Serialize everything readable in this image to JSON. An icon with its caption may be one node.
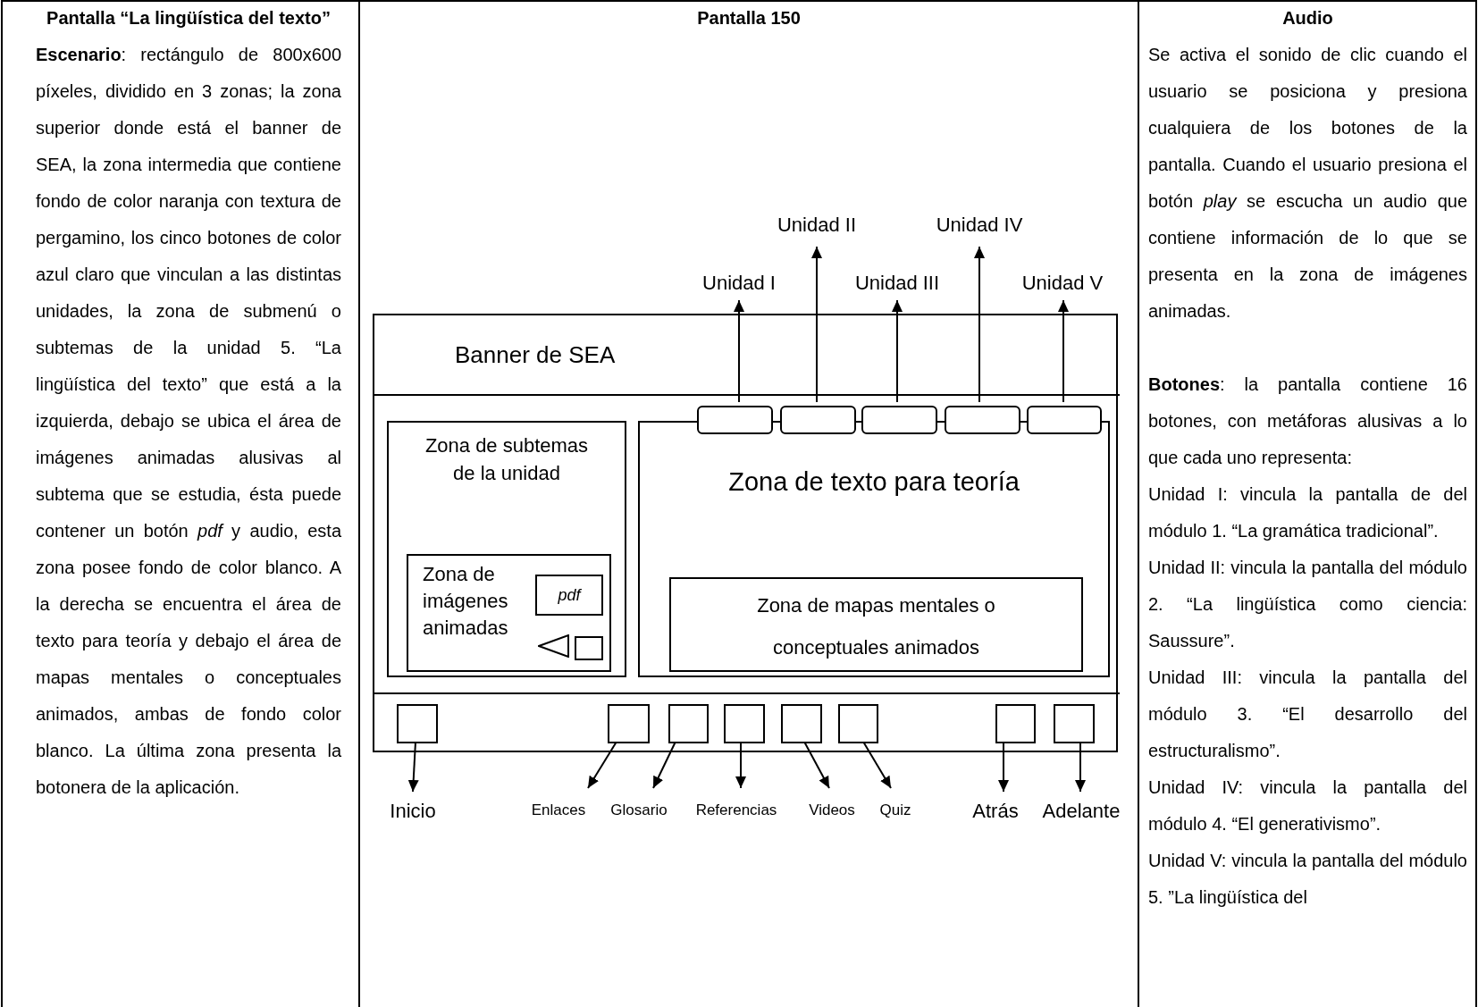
{
  "diagram": {
    "nodes": [
      {
        "text": [],
        "shape": "box"
      },
      {
        "text": [
          "Banner de SEA"
        ],
        "in": 0
      },
      {
        "text": [],
        "shape": "box",
        "in": 0
      },
      {
        "text": [
          "Zona de subtemas de la unidad"
        ],
        "in": 2
      },
      {
        "text": [
          "Zona de imágenes animadas"
        ],
        "in": 3
      },
      {
        "text": [
          "pdf"
        ],
        "in": 4
      },
      {
        "text": [],
        "shape": "triangle",
        "in": 4
      },
      {
        "text": [],
        "shape": "box",
        "in": 4
      },
      {
        "text": [
          "Zona de texto para teoría"
        ],
        "in": 2
      },
      {
        "text": [
          "Zona de mapas mentales o conceptuales animados"
        ],
        "in": 8
      },
      {
        "text": [],
        "shape": "box",
        "in": 2
      },
      {
        "text": [],
        "shape": "box",
        "in": 2
      },
      {
        "text": [],
        "shape": "box",
        "in": 2
      },
      {
        "text": [],
        "shape": "box",
        "in": 2
      },
      {
        "text": [],
        "shape": "box",
        "in": 2
      },
      {
        "text": [],
        "shape": "bar",
        "in": 0
      },
      {
        "text": [],
        "shape": "box",
        "in": 15
      },
      {
        "text": [],
        "shape": "box",
        "in": 15
      },
      {
        "text": [],
        "shape": "box",
        "in": 15
      },
      {
        "text": [],
        "shape": "box",
        "in": 15
      },
      {
        "text": [],
        "shape": "box",
        "in": 15
      },
      {
        "text": [],
        "shape": "box",
        "in": 15
      },
      {
        "text": [],
        "shape": "box",
        "in": 15
      },
      {
        "text": [],
        "shape": "box",
        "in": 15
      },
      {
        "text": [
          "Unidad I"
        ]
      },
      {
        "text": [
          "Unidad II"
        ]
      },
      {
        "text": [
          "Unidad III"
        ]
      },
      {
        "text": [
          "Unidad IV"
        ]
      },
      {
        "text": [
          "Unidad V"
        ]
      },
      {
        "text": [
          "Inicio"
        ]
      },
      {
        "text": [
          "Enlaces"
        ]
      },
      {
        "text": [
          "Glosario"
        ]
      },
      {
        "text": [
          "Referencias"
        ]
      },
      {
        "text": [
          "Videos"
        ]
      },
      {
        "text": [
          "Quiz"
        ]
      },
      {
        "text": [
          "Atrás"
        ]
      },
      {
        "text": [
          "Adelante"
        ]
      }
    ],
    "edges": [
      {
        "from": 10,
        "to": 24,
        "arrow": "to"
      },
      {
        "from": 11,
        "to": 25,
        "arrow": "to"
      },
      {
        "from": 12,
        "to": 26,
        "arrow": "to"
      },
      {
        "from": 13,
        "to": 27,
        "arrow": "to"
      },
      {
        "from": 14,
        "to": 28,
        "arrow": "to"
      },
      {
        "from": 16,
        "to": 29,
        "arrow": "to"
      },
      {
        "from": 17,
        "to": 30,
        "arrow": "to"
      },
      {
        "from": 18,
        "to": 31,
        "arrow": "to"
      },
      {
        "from": 19,
        "to": 32,
        "arrow": "to"
      },
      {
        "from": 20,
        "to": 33,
        "arrow": "to"
      },
      {
        "from": 21,
        "to": 34,
        "arrow": "to"
      },
      {
        "from": 22,
        "to": 35,
        "arrow": "to"
      },
      {
        "from": 23,
        "to": 36,
        "arrow": "to"
      }
    ],
    "labels": [
      "Pantalla “La lingüística del texto”",
      "**Escenario**: rectángulo de 800x600 píxeles, dividido en 3 zonas; la zona superior donde está el banner de SEA, la zona intermedia que contiene fondo de color naranja con textura de pergamino, los cinco botones de color azul claro que vinculan a las distintas unidades, la zona de submenú o subtemas de la unidad 5. “La lingüística del texto” que está a la izquierda, debajo se ubica el área de imágenes animadas alusivas al subtema que se estudia, ésta puede contener un botón *pdf* y audio, esta zona posee fondo de color blanco. A la derecha se encuentra el área de texto para teoría y debajo el área de mapas mentales o conceptuales animados, ambas de fondo color blanco. La última zona presenta la botonera de la aplicación.",
      "Pantalla 150",
      "Audio",
      "Se activa el sonido de clic cuando el usuario se posiciona y presiona cualquiera de los botones de la pantalla. Cuando el usuario presiona el botón *play* se escucha un audio que contiene información de lo que se presenta en la zona de imágenes animadas.",
      "**Botones**: la pantalla contiene 16 botones, con metáforas alusivas a lo que cada uno representa:",
      "Unidad I: vincula la pantalla de del módulo 1. “La gramática tradicional”.",
      "Unidad II: vincula la pantalla del módulo 2. “La lingüística como ciencia: Saussure”.",
      "Unidad III: vincula la pantalla del módulo 3. “El desarrollo del estructuralismo”.",
      "Unidad IV: vincula la pantalla del módulo 4. “El generativismo”.",
      "Unidad V: vincula la pantalla del módulo 5. ”La lingüística del"
    ]
  }
}
